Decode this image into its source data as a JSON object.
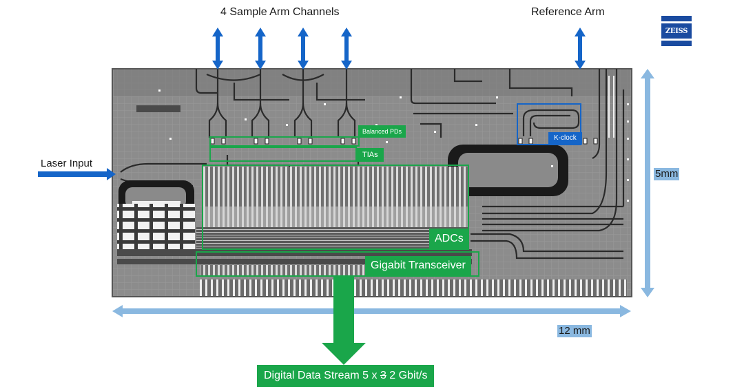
{
  "labels": {
    "sample_arm_channels": "4 Sample Arm Channels",
    "reference_arm": "Reference Arm",
    "laser_input": "Laser Input",
    "balanced_pds": "Balanced PDs",
    "tias": "TIAs",
    "k_clock": "K-clock",
    "adcs": "ADCs",
    "gigabit_transceiver": "Gigabit Transceiver",
    "height_dim": "5mm",
    "width_dim": "12 mm",
    "data_stream_prefix": "Digital Data Stream 5 x ",
    "data_stream_struck": "3",
    "data_stream_suffix": " 2 Gbit/s"
  },
  "logo": {
    "text": "ZEISS"
  },
  "colors": {
    "highlight_green": "#1aa64a",
    "arrow_blue": "#1565c8",
    "dimension_blue": "#8ab8e0",
    "brand_blue": "#1a4ba0"
  }
}
